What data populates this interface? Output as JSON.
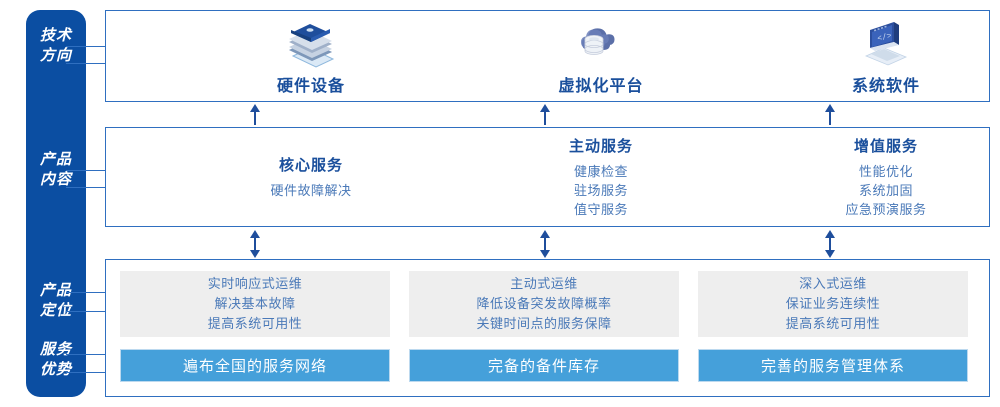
{
  "theme": {
    "rail_bg": "#0b4ea2",
    "panel_border": "#2f6fc0",
    "title_blue": "#1a4f9c",
    "body_blue": "#4a79b8",
    "gray_box": "#eeeeee",
    "bar_blue": "#45a0da",
    "bar_border": "#bcd9ef",
    "white": "#ffffff"
  },
  "rail": {
    "labels": [
      {
        "id": "tech-direction",
        "line1": "技术",
        "line2": "方向"
      },
      {
        "id": "product-content",
        "line1": "产品",
        "line2": "内容"
      },
      {
        "id": "product-positioning",
        "line1": "产品",
        "line2": "定位"
      },
      {
        "id": "service-advantage",
        "line1": "服务",
        "line2": "优势"
      }
    ]
  },
  "sections": {
    "tech_direction": {
      "columns": [
        {
          "icon": "server-stack-icon",
          "title": "硬件设备"
        },
        {
          "icon": "cloud-database-icon",
          "title": "虚拟化平台"
        },
        {
          "icon": "laptop-code-icon",
          "title": "系统软件"
        }
      ]
    },
    "product_content": {
      "columns": [
        {
          "title": "核心服务",
          "items": [
            "硬件故障解决"
          ]
        },
        {
          "title": "主动服务",
          "items": [
            "健康检查",
            "驻场服务",
            "值守服务"
          ]
        },
        {
          "title": "增值服务",
          "items": [
            "性能优化",
            "系统加固",
            "应急预演服务"
          ]
        }
      ]
    },
    "product_positioning": {
      "columns": [
        {
          "lines": [
            "实时响应式运维",
            "解决基本故障",
            "提高系统可用性"
          ]
        },
        {
          "lines": [
            "主动式运维",
            "降低设备突发故障概率",
            "关键时间点的服务保障"
          ]
        },
        {
          "lines": [
            "深入式运维",
            "保证业务连续性",
            "提高系统可用性"
          ]
        }
      ]
    },
    "service_advantage": {
      "bars": [
        {
          "label": "遍布全国的服务网络"
        },
        {
          "label": "完备的备件库存"
        },
        {
          "label": "完善的服务管理体系"
        }
      ]
    }
  },
  "connectors": {
    "tech_to_content": {
      "type": "single-up-arrow",
      "count": 3
    },
    "content_to_positioning": {
      "type": "double-arrow",
      "count": 3
    }
  }
}
